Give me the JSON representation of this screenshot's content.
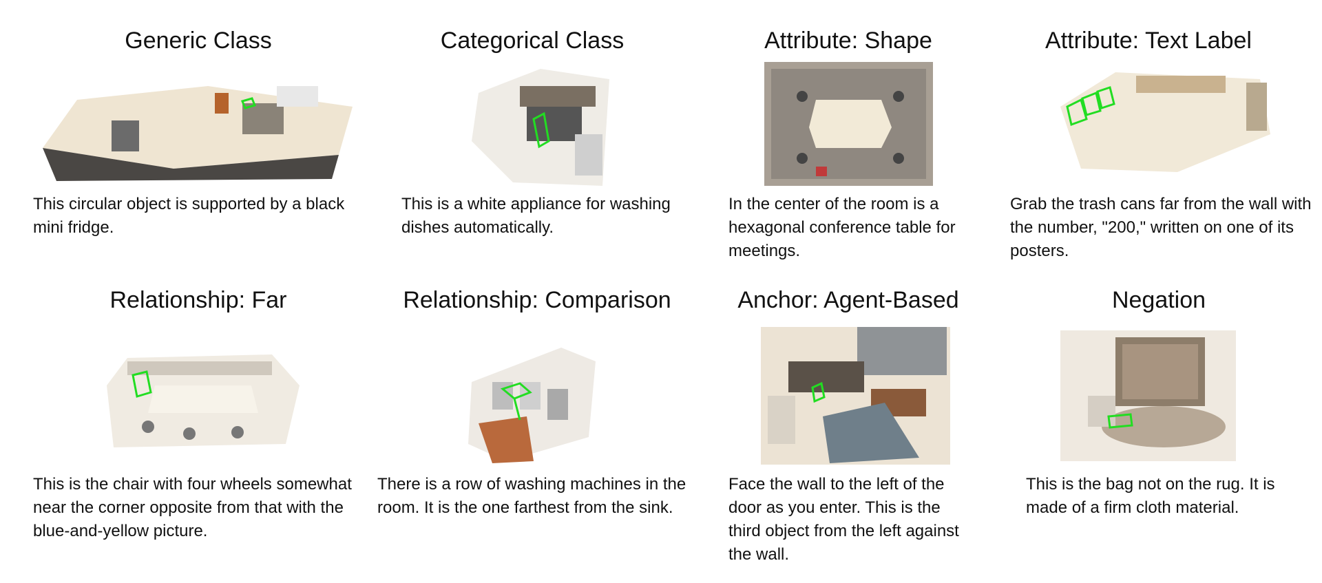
{
  "panels": [
    {
      "title": "Generic Class",
      "caption": "This circular object is supported by a black mini fridge."
    },
    {
      "title": "Categorical Class",
      "caption": "This is a white appliance for washing dishes automatically."
    },
    {
      "title": "Attribute: Shape",
      "caption": "In the center of the room is a hexagonal conference table for meetings."
    },
    {
      "title": "Attribute: Text Label",
      "caption": "Grab the trash cans far from the wall with the number, \"200,\" written on one of its posters."
    },
    {
      "title": "Relationship: Far",
      "caption": "This is the chair with four wheels somewhat near the corner opposite from that with the blue-and-yellow picture."
    },
    {
      "title": "Relationship: Comparison",
      "caption": "There is a row of washing machines in the room. It is the one farthest from the sink."
    },
    {
      "title": "Anchor: Agent-Based",
      "caption": "Face the wall to the left of the door as you enter. This is the third object from the left against the wall."
    },
    {
      "title": "Negation",
      "caption": "This is the bag not on the rug. It is made of a firm cloth material."
    }
  ],
  "colors": {
    "bbox": "#22dd22",
    "scene_light": "#eee6d8",
    "scene_dark": "#3a3a3a"
  }
}
